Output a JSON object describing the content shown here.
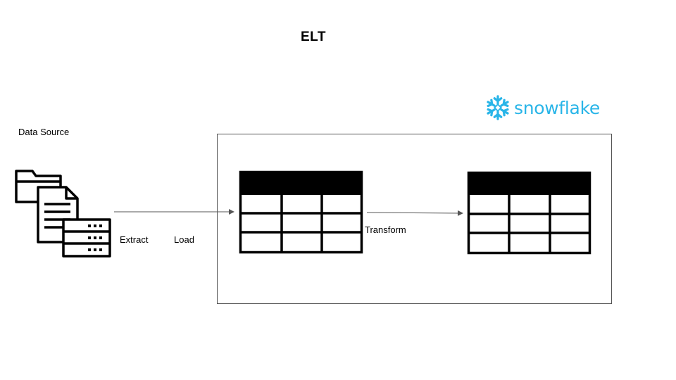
{
  "title": "ELT",
  "source": {
    "label": "Data Source",
    "icons": [
      "folder-icon",
      "document-icon",
      "server-icon"
    ]
  },
  "steps": {
    "extract": "Extract",
    "load": "Load",
    "transform": "Transform"
  },
  "logo": {
    "text": "snowflake",
    "icon": "snowflake-icon",
    "color": "#29b5e8"
  },
  "tables": [
    "table-icon",
    "table-icon"
  ]
}
